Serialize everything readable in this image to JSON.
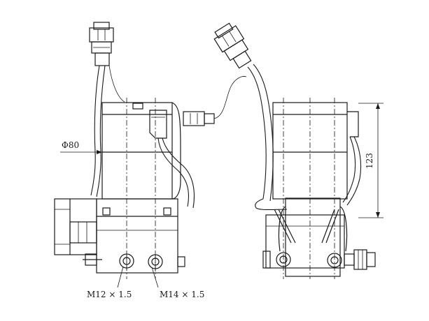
{
  "annotations": {
    "diameter": "Φ80",
    "height": "123",
    "thread_left": "M12 × 1.5",
    "thread_right": "M14 × 1.5"
  },
  "colors": {
    "line": "#1a1a1a",
    "background": "#ffffff"
  }
}
